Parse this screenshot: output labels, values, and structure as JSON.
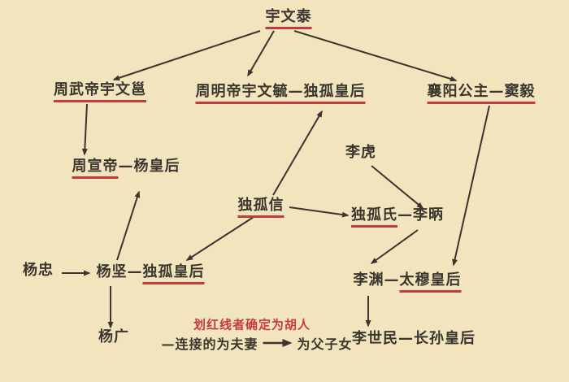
{
  "canvas": {
    "background_color": "#f2e4bd",
    "text_color": "#3a352e",
    "underline_color": "#c43a3e",
    "underline_meaning": "划红线者确定为胡人"
  },
  "diagram": {
    "nodes": [
      {
        "id": "yuwen-tai",
        "parts": [
          {
            "text": "宇文泰",
            "underlined": true
          }
        ]
      },
      {
        "id": "zhou-wudi-yuwen-yong",
        "parts": [
          {
            "text": "周武帝宇文邕",
            "underlined": true
          }
        ]
      },
      {
        "id": "zhou-mingdi-dugu-empress",
        "parts": [
          {
            "text": "周明帝宇文毓—独孤皇后",
            "underlined": true
          }
        ]
      },
      {
        "id": "xiangyang-princess-dou-yi",
        "parts": [
          {
            "text": "襄阳公主—窦毅",
            "underlined": true
          }
        ]
      },
      {
        "id": "zhou-xuandi-yang-empress",
        "parts": [
          {
            "text": "周宣帝",
            "underlined": true
          },
          {
            "text": "—杨皇后",
            "underlined": false
          }
        ]
      },
      {
        "id": "li-hu",
        "parts": [
          {
            "text": "李虎",
            "underlined": false
          }
        ]
      },
      {
        "id": "dugu-xin",
        "parts": [
          {
            "text": "独孤信",
            "underlined": true
          }
        ]
      },
      {
        "id": "dugu-shi-li-bing",
        "parts": [
          {
            "text": "独孤氏",
            "underlined": true
          },
          {
            "text": "—李昞",
            "underlined": false
          }
        ]
      },
      {
        "id": "yang-zhong",
        "parts": [
          {
            "text": "杨忠",
            "underlined": false
          }
        ]
      },
      {
        "id": "yang-jian-dugu-empress",
        "parts": [
          {
            "text": "杨坚—",
            "underlined": false
          },
          {
            "text": "独孤皇后",
            "underlined": true
          }
        ]
      },
      {
        "id": "li-yuan-taimu-empress",
        "parts": [
          {
            "text": "李渊—",
            "underlined": false
          },
          {
            "text": "太穆皇后",
            "underlined": true
          }
        ]
      },
      {
        "id": "yang-guang",
        "parts": [
          {
            "text": "杨广",
            "underlined": false
          }
        ]
      },
      {
        "id": "li-shimin-zhangsun-empress",
        "parts": [
          {
            "text": "李世民—长孙皇后",
            "underlined": false
          }
        ]
      }
    ],
    "edges": [
      {
        "from": "宇文泰",
        "to": "周武帝宇文邕",
        "type": "parent-child"
      },
      {
        "from": "宇文泰",
        "to": "周明帝宇文毓",
        "type": "parent-child"
      },
      {
        "from": "宇文泰",
        "to": "襄阳公主",
        "type": "parent-child"
      },
      {
        "from": "周武帝宇文邕",
        "to": "周宣帝",
        "type": "parent-child"
      },
      {
        "from": "杨坚",
        "to": "杨皇后",
        "type": "parent-child"
      },
      {
        "from": "独孤信",
        "to": "独孤皇后(周明帝)",
        "type": "parent-child"
      },
      {
        "from": "独孤信",
        "to": "独孤氏",
        "type": "parent-child"
      },
      {
        "from": "独孤信",
        "to": "独孤皇后(杨坚)",
        "type": "parent-child"
      },
      {
        "from": "李虎",
        "to": "李昞",
        "type": "parent-child"
      },
      {
        "from": "襄阳公主—窦毅",
        "to": "太穆皇后",
        "type": "parent-child"
      },
      {
        "from": "李昞",
        "to": "李渊",
        "type": "parent-child"
      },
      {
        "from": "杨忠",
        "to": "杨坚",
        "type": "parent-child"
      },
      {
        "from": "杨坚",
        "to": "杨广",
        "type": "parent-child"
      },
      {
        "from": "李渊",
        "to": "李世民",
        "type": "parent-child"
      }
    ],
    "legend": {
      "red_note": "划红线者确定为胡人",
      "spouse_label": "—连接的为夫妻",
      "parent_child_label": "为父子女"
    }
  }
}
